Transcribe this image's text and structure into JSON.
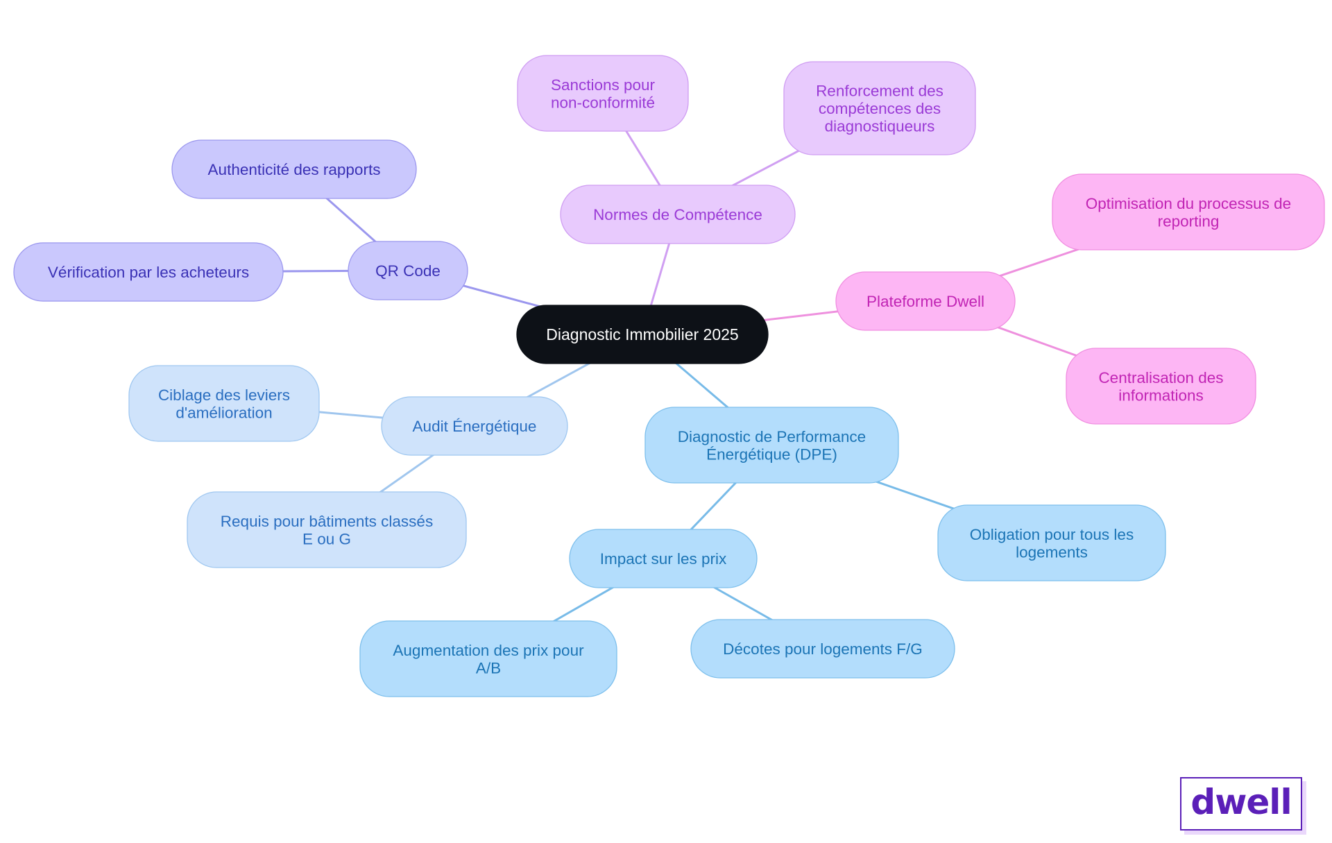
{
  "colors": {
    "root_fill": "#0d1117",
    "root_text": "#ffffff",
    "indigo_fill": "#cac8fd",
    "indigo_stroke": "#9b97ee",
    "indigo_text": "#3a31b5",
    "indigo_link": "#9b97ee",
    "lavender_fill": "#e8cafd",
    "lavender_stroke": "#cf9df2",
    "lavender_text": "#9a3ad6",
    "lavender_link": "#d09ff2",
    "pink_fill": "#fdb6f4",
    "pink_stroke": "#f08de0",
    "pink_text": "#c124b4",
    "pink_link": "#ee90de",
    "lightblue_fill": "#cfe3fb",
    "lightblue_stroke": "#9fc7f0",
    "lightblue_text": "#2a6ec0",
    "lightblue_link": "#a0c6ee",
    "sky_fill": "#b3ddfc",
    "sky_stroke": "#7dbfec",
    "sky_text": "#1b74b5",
    "sky_link": "#78bbe8",
    "logo": "#5b1fb8"
  },
  "root": {
    "label": "Diagnostic Immobilier 2025"
  },
  "branches": [
    {
      "id": "qr-code",
      "label": "QR Code",
      "color": "indigo",
      "children": [
        {
          "id": "authenticite",
          "label": "Authenticité des rapports"
        },
        {
          "id": "verification",
          "label": "Vérification par les acheteurs"
        }
      ]
    },
    {
      "id": "normes",
      "label": "Normes de Compétence",
      "color": "lavender",
      "children": [
        {
          "id": "sanctions",
          "label": "Sanctions pour non-conformité"
        },
        {
          "id": "renforcement",
          "label": "Renforcement des compétences des diagnostiqueurs"
        }
      ]
    },
    {
      "id": "plateforme",
      "label": "Plateforme Dwell",
      "color": "pink",
      "children": [
        {
          "id": "optimisation",
          "label": "Optimisation du processus de reporting"
        },
        {
          "id": "centralisation",
          "label": "Centralisation des informations"
        }
      ]
    },
    {
      "id": "audit",
      "label": "Audit Énergétique",
      "color": "lightblue",
      "children": [
        {
          "id": "ciblage",
          "label": "Ciblage des leviers d'amélioration"
        },
        {
          "id": "requis",
          "label": "Requis pour bâtiments classés E ou G"
        }
      ]
    },
    {
      "id": "dpe",
      "label": "Diagnostic de Performance Énergétique (DPE)",
      "color": "sky",
      "children": [
        {
          "id": "impact",
          "label": "Impact sur les prix",
          "children": [
            {
              "id": "augmentation",
              "label": "Augmentation des prix pour A/B"
            },
            {
              "id": "decotes",
              "label": "Décotes pour logements F/G"
            }
          ]
        },
        {
          "id": "obligation",
          "label": "Obligation pour tous les logements"
        }
      ]
    }
  ],
  "logo": {
    "text": "dwell"
  }
}
